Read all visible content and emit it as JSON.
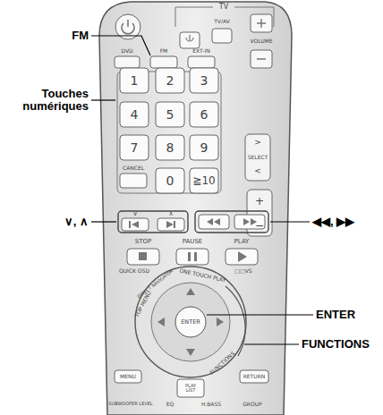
{
  "diagram": {
    "labels": [
      "TV",
      "TV/AV",
      "VOLUME",
      "DVD",
      "FM",
      "EXT-IN",
      "1",
      "2",
      "3",
      "4",
      "5",
      "6",
      "7",
      "8",
      "9",
      "CANCEL",
      "0",
      "≧10",
      ">",
      "SELECT",
      "<",
      "+",
      "−",
      "∨",
      "∧",
      "STOP",
      "PAUSE",
      "PLAY",
      "QUICK OSD",
      "□□VS",
      "ONE TOUCH PLAY",
      "DIRECT NAVIGATOR",
      "TOP MENU",
      "FUNCTIONS",
      "ENTER",
      "MENU",
      "RETURN",
      "PLAY LIST",
      "SUBWOOFER LEVEL",
      "EQ",
      "H.BASS",
      "GROUP",
      "FM",
      "Touches numériques",
      "∨, ∧",
      "◀◀, ▶▶",
      "ENTER",
      "FUNCTIONS"
    ]
  }
}
